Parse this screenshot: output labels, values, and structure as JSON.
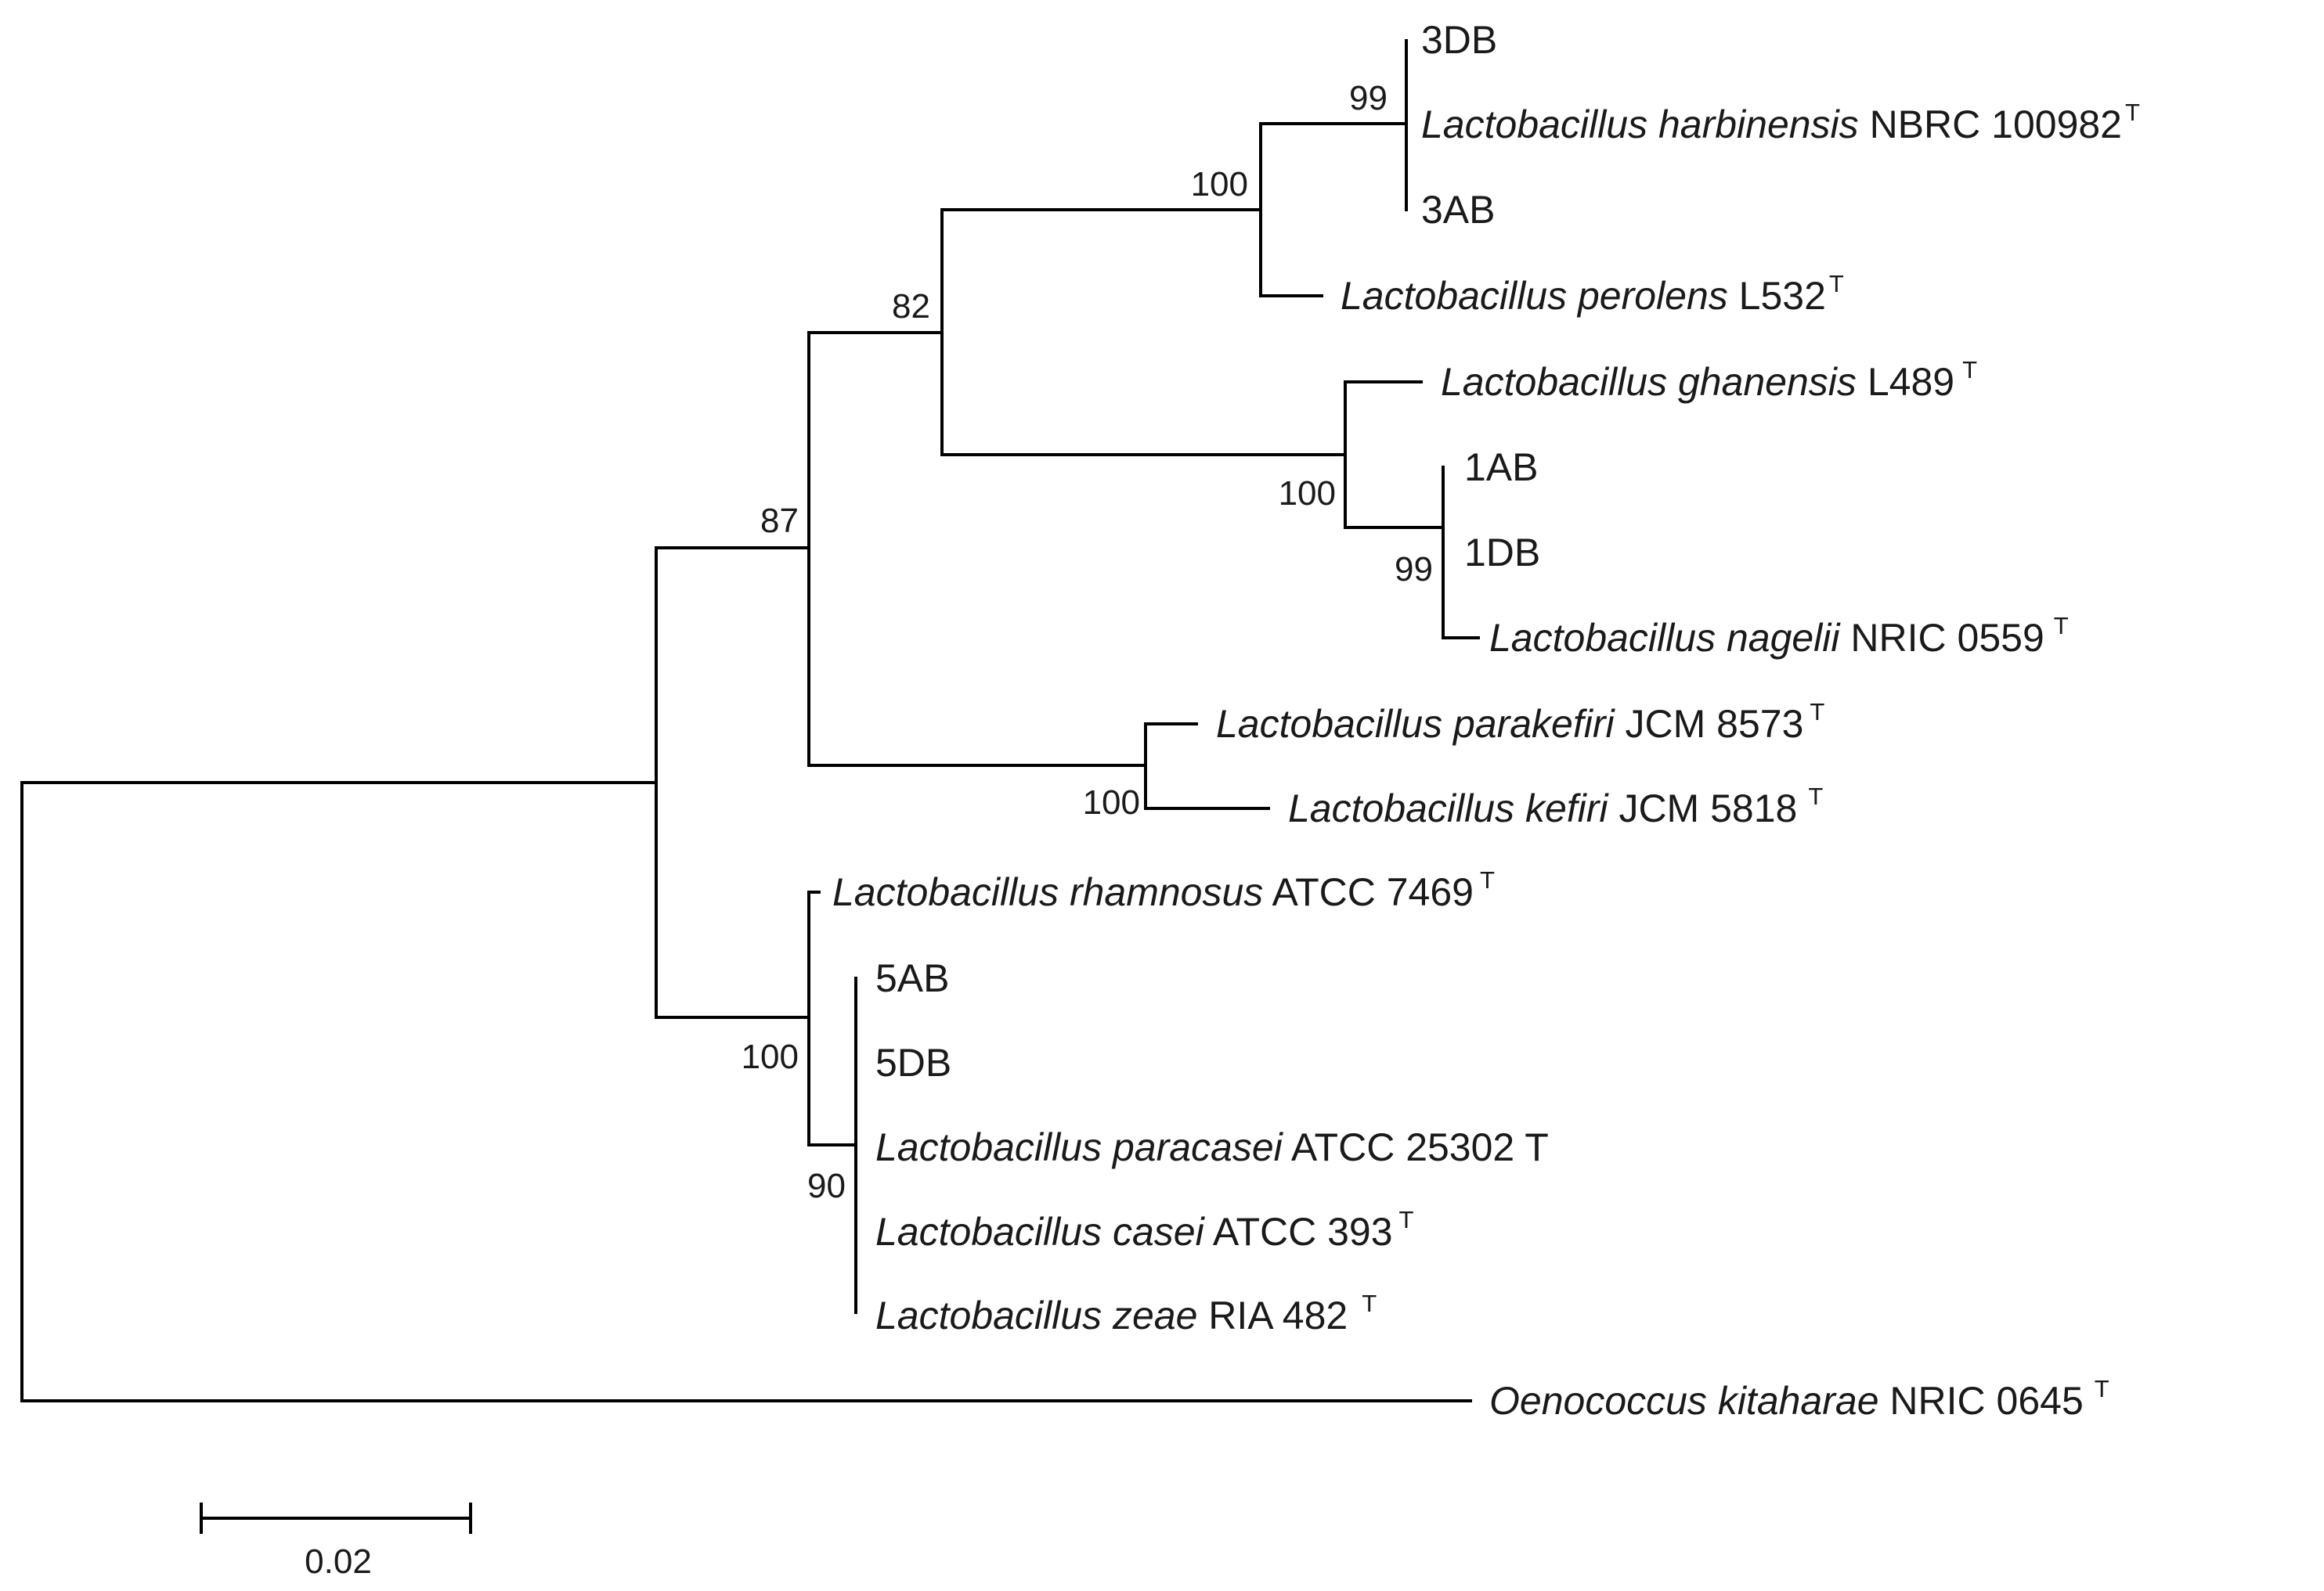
{
  "tree": {
    "taxa": [
      {
        "id": "t3DB",
        "name": "",
        "strain": "3DB",
        "sup": ""
      },
      {
        "id": "tharb",
        "name": "Lactobacillus harbinensis",
        "strain": "NBRC 100982",
        "sup": "T"
      },
      {
        "id": "t3AB",
        "name": "",
        "strain": "3AB",
        "sup": ""
      },
      {
        "id": "tpero",
        "name": "Lactobacillus perolens",
        "strain": "L532",
        "sup": "T"
      },
      {
        "id": "tghan",
        "name": "Lactobacillus ghanensis",
        "strain": "L489",
        "sup": "T"
      },
      {
        "id": "t1AB",
        "name": "",
        "strain": "1AB",
        "sup": ""
      },
      {
        "id": "t1DB",
        "name": "",
        "strain": "1DB",
        "sup": ""
      },
      {
        "id": "tnage",
        "name": "Lactobacillus nagelii",
        "strain": "NRIC 0559",
        "sup": "T"
      },
      {
        "id": "tpkef",
        "name": "Lactobacillus parakefiri",
        "strain": "JCM 8573",
        "sup": "T"
      },
      {
        "id": "tkef",
        "name": "Lactobacillus kefiri",
        "strain": "JCM 5818",
        "sup": "T"
      },
      {
        "id": "trham",
        "name": "Lactobacillus rhamnosus",
        "strain": "ATCC 7469",
        "sup": "T"
      },
      {
        "id": "t5AB",
        "name": "",
        "strain": "5AB",
        "sup": ""
      },
      {
        "id": "t5DB",
        "name": "",
        "strain": "5DB",
        "sup": ""
      },
      {
        "id": "tpcas",
        "name": "Lactobacillus paracasei",
        "strain": "ATCC 25302 T",
        "sup": ""
      },
      {
        "id": "tcas",
        "name": "Lactobacillus casei",
        "strain": "ATCC 393",
        "sup": "T"
      },
      {
        "id": "tzeae",
        "name": "Lactobacillus zeae",
        "strain": "RIA 482",
        "sup": "T"
      },
      {
        "id": "toeno",
        "name": "Oenococcus kitaharae",
        "strain": "NRIC 0645",
        "sup": "T"
      }
    ],
    "bootstrap": [
      {
        "node": "harbinensis-clade",
        "value": "99"
      },
      {
        "node": "harbinensis-perolens",
        "value": "100"
      },
      {
        "node": "upper-clade",
        "value": "82"
      },
      {
        "node": "ghanensis-clade",
        "value": "100"
      },
      {
        "node": "nagelii-clade",
        "value": "99"
      },
      {
        "node": "main-clade",
        "value": "87"
      },
      {
        "node": "kefiri-clade",
        "value": "100"
      },
      {
        "node": "casei-group",
        "value": "100"
      },
      {
        "node": "paracasei-clade",
        "value": "90"
      }
    ],
    "scale_bar": {
      "label": "0.02",
      "length": 0.02
    }
  }
}
